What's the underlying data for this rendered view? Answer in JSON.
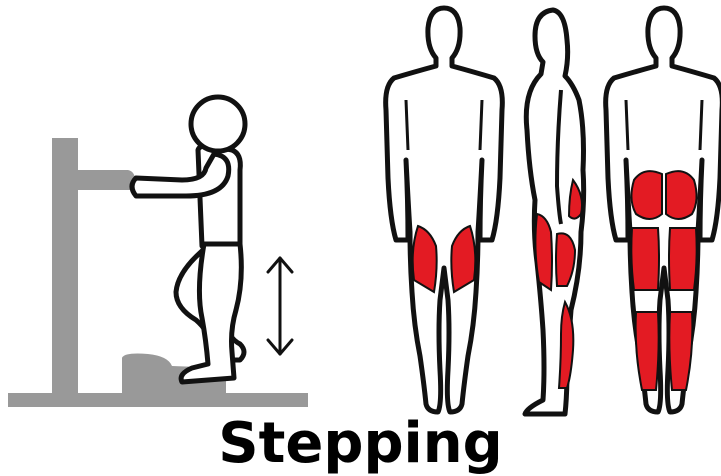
{
  "caption": "Stepping",
  "colors": {
    "muscle": "#e31b23",
    "outline": "#111111",
    "equipment": "#999999",
    "background": "#ffffff"
  },
  "figures": {
    "exerciser": "person-stepping-on-step-with-handrail",
    "anatomy_views": [
      "front-view",
      "side-view",
      "back-view"
    ]
  },
  "icons": [
    "vertical-double-arrow-icon"
  ]
}
